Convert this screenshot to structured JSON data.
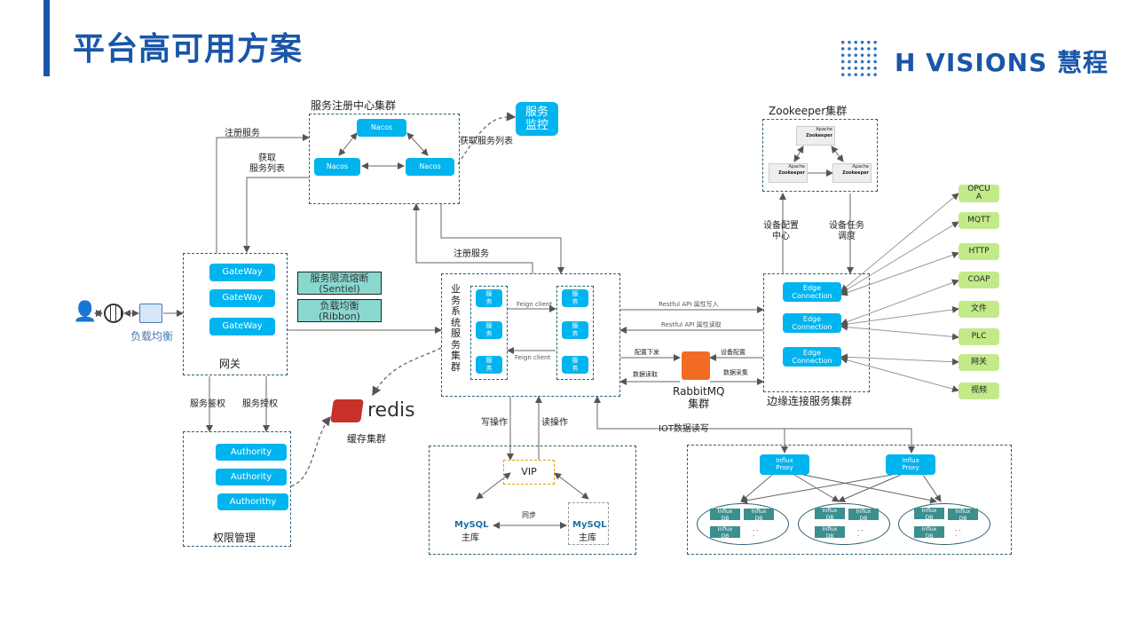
{
  "header": {
    "title": "平台高可用方案",
    "logo_text": "H VISIONS 慧程"
  },
  "registry": {
    "title": "服务注册中心集群",
    "nodes": [
      "Nacos",
      "Nacos",
      "Nacos"
    ],
    "monitor": "服务\n监控",
    "get_list": "获取服务列表"
  },
  "edges": {
    "register1": "注册服务",
    "fetch_list": "获取\n服务列表",
    "register2": "注册服务",
    "auth_check": "服务鉴权",
    "auth_grant": "服务授权",
    "write_op": "写操作",
    "read_op": "读操作",
    "iot_rw": "IOT数据读写",
    "config_center": "设备配置\n中心",
    "task_sched": "设备任务\n调度",
    "feign1": "Feign client",
    "feign2": "Feign client",
    "restful_write": "Restful  API 属性写入",
    "restful_read": "Restful  API 属性读取",
    "config_issue": "配置下发",
    "device_config": "设备配置",
    "data_read": "数据读取",
    "data_collect": "数据采集",
    "sync": "同步"
  },
  "gateway": {
    "title": "网关",
    "items": [
      "GateWay",
      "GateWay",
      "GateWay"
    ],
    "lb": "负载均衡"
  },
  "middleware": {
    "sentinel": "服务限流熔断\n(Sentiel)",
    "ribbon": "负载均衡\n(Ribbon)"
  },
  "business": {
    "title": "业\n务\n系\n统\n服\n务\n集\n群",
    "svc": "服\n务"
  },
  "authority": {
    "title": "权限管理",
    "items": [
      "Authority",
      "Authority",
      "Authorithy"
    ]
  },
  "redis": {
    "name": "redis",
    "label": "缓存集群"
  },
  "mysql": {
    "vip": "VIP",
    "master_left": "主库",
    "master_right": "主库",
    "logo": "MySQL"
  },
  "rabbit": {
    "label": "RabbitMQ\n集群"
  },
  "zookeeper": {
    "title": "Zookeeper集群",
    "node_label": "Zookeeper",
    "apache": "Apache"
  },
  "edge": {
    "title": "边缘连接服务集群",
    "items": [
      "Edge\nConnection",
      "Edge\nConnection",
      "Edge\nConnection"
    ]
  },
  "protocols": [
    "OPCU\nA",
    "MQTT",
    "HTTP",
    "COAP",
    "文件",
    "PLC",
    "网关",
    "视频"
  ],
  "influx": {
    "proxy": "Influx\nProxy",
    "db": "Influx\nDB",
    "dots": ". .\n."
  }
}
